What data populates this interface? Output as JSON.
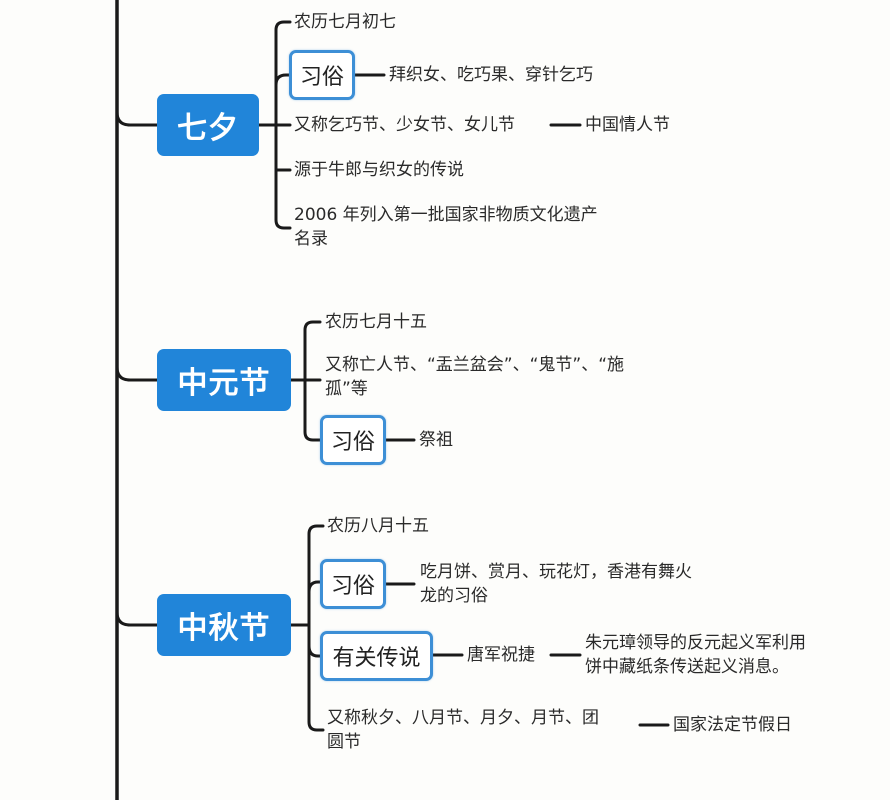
{
  "mindmap": {
    "colors": {
      "main_node_fill": "#2185d9",
      "sub_node_border": "#3d8fd6",
      "line": "#1a1a1a",
      "background": "#fdfdfb"
    },
    "festivals": [
      {
        "name": "七夕",
        "children": [
          {
            "text": "农历七月初七"
          },
          {
            "label": "习俗",
            "detail": "拜织女、吃巧果、穿针乞巧"
          },
          {
            "text": "又称乞巧节、少女节、女儿节",
            "extra": "中国情人节"
          },
          {
            "text": "源于牛郎与织女的传说"
          },
          {
            "text_line1": "2006 年列入第一批国家非物质文化遗产",
            "text_line2": "名录"
          }
        ]
      },
      {
        "name": "中元节",
        "children": [
          {
            "text": "农历七月十五"
          },
          {
            "text_line1": "又称亡人节、“盂兰盆会”、“鬼节”、“施",
            "text_line2": "孤”等"
          },
          {
            "label": "习俗",
            "detail": "祭祖"
          }
        ]
      },
      {
        "name": "中秋节",
        "children": [
          {
            "text": "农历八月十五"
          },
          {
            "label": "习俗",
            "detail_line1": "吃月饼、赏月、玩花灯，香港有舞火",
            "detail_line2": "龙的习俗"
          },
          {
            "label": "有关传说",
            "detail": "唐军祝捷",
            "extra_line1": "朱元璋领导的反元起义军利用",
            "extra_line2": "饼中藏纸条传送起义消息。"
          },
          {
            "text_line1": "又称秋夕、八月节、月夕、月节、团",
            "text_line2": "圆节",
            "extra": "国家法定节假日"
          }
        ]
      }
    ]
  }
}
